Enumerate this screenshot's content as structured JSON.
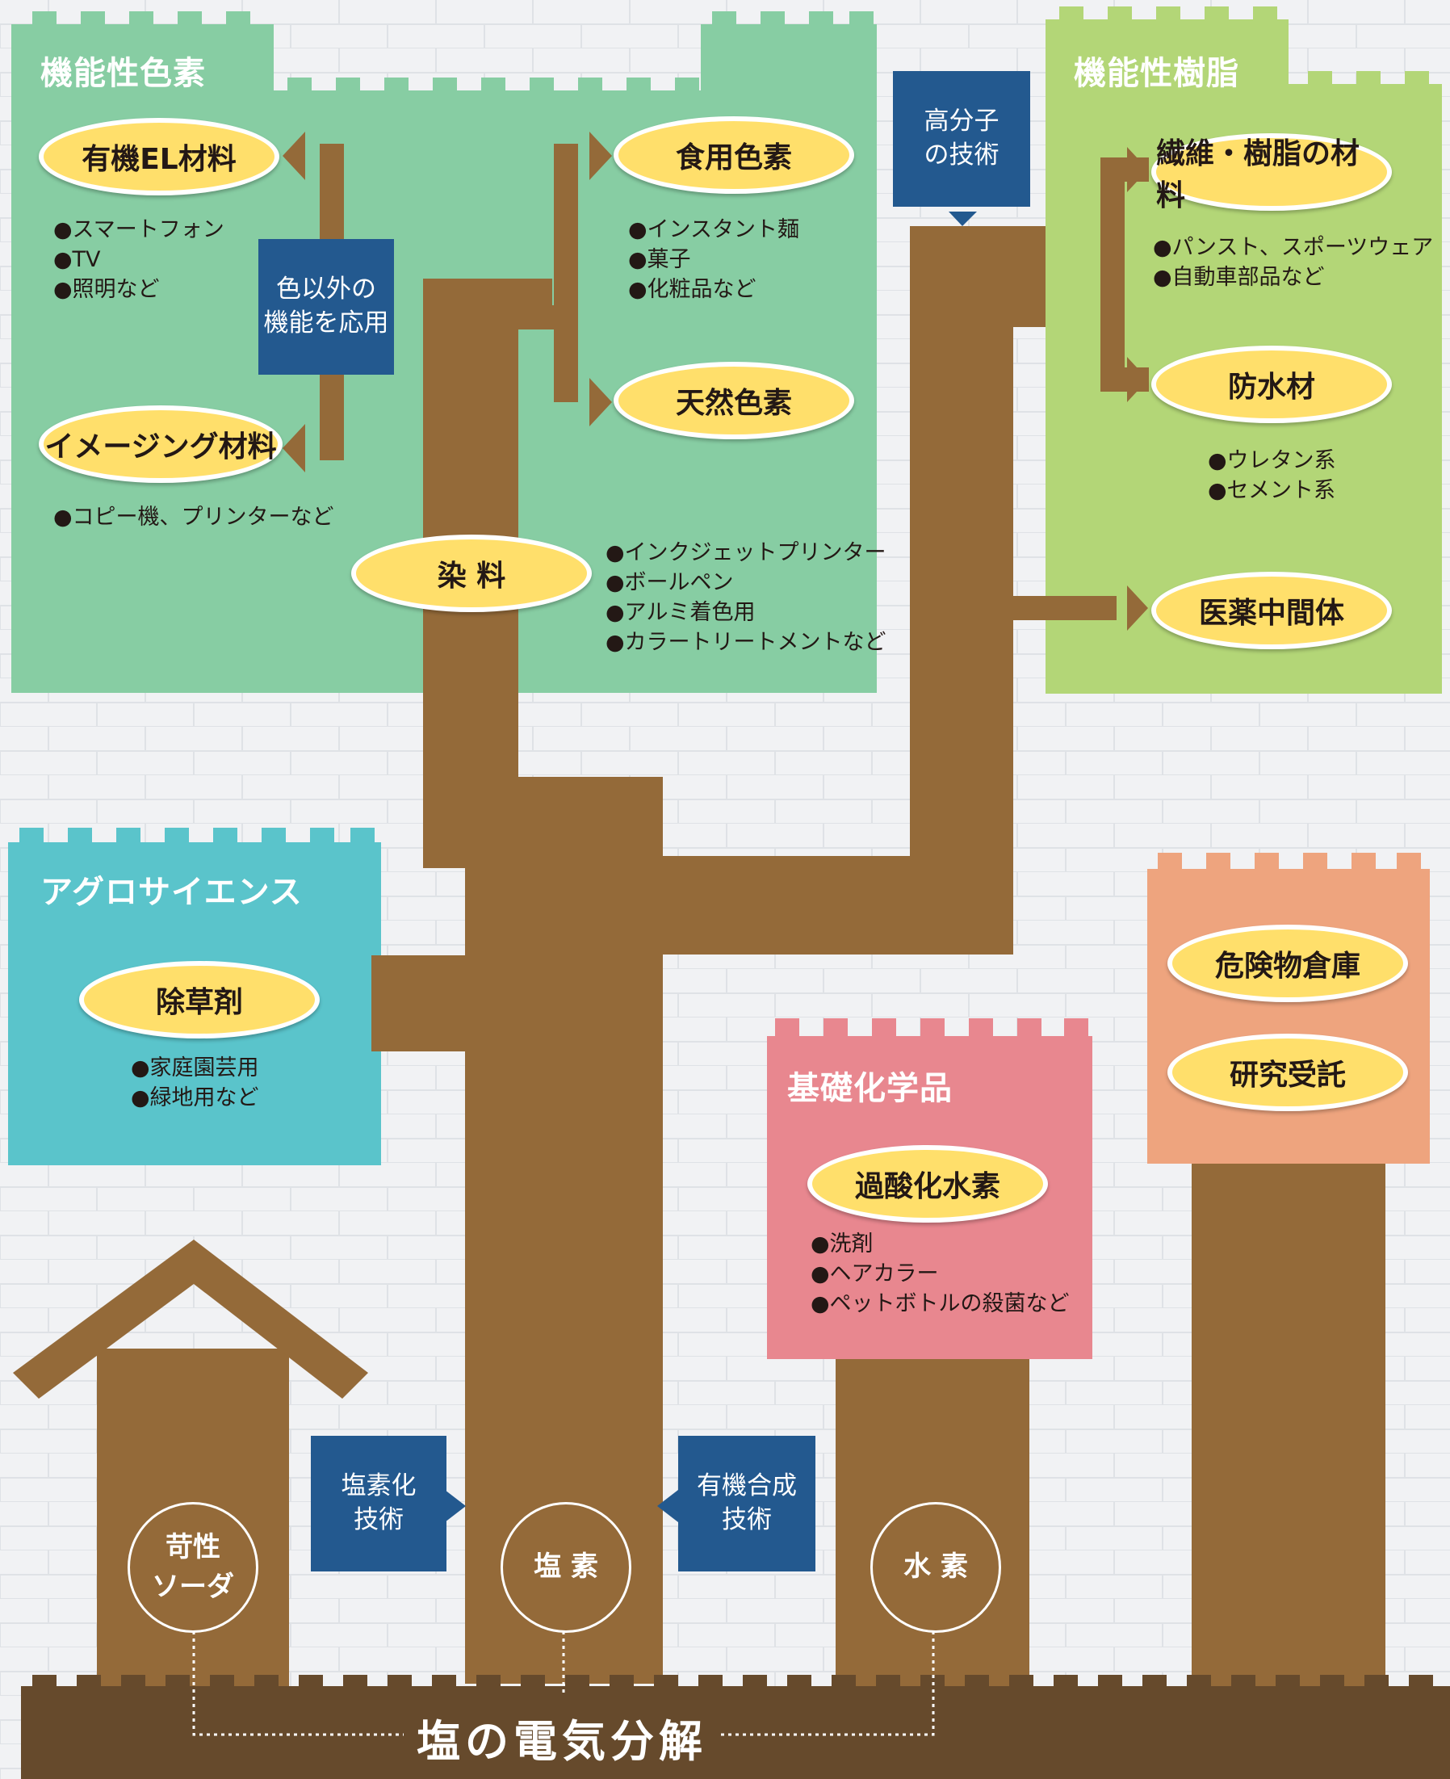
{
  "sections": {
    "functional_dyes": "機能性色素",
    "functional_resins": "機能性樹脂",
    "agroscience": "アグロサイエンス",
    "basic_chemicals": "基礎化学品"
  },
  "pills": {
    "organic_el": "有機EL材料",
    "imaging": "イメージング材料",
    "food_color": "食用色素",
    "natural_color": "天然色素",
    "dye": "染 料",
    "fiber_resin": "繊維・樹脂の材料",
    "waterproof": "防水材",
    "pharma": "医薬中間体",
    "herbicide": "除草剤",
    "hazmat": "危険物倉庫",
    "contract_research": "研究受託",
    "hydrogen_peroxide": "過酸化水素"
  },
  "lists": {
    "organic_el": [
      "●スマートフォン",
      "●TV",
      "●照明など"
    ],
    "imaging": [
      "●コピー機、プリンターなど"
    ],
    "food_color": [
      "●インスタント麺",
      "●菓子",
      "●化粧品など"
    ],
    "dye": [
      "●インクジェットプリンター",
      "●ボールペン",
      "●アルミ着色用",
      "●カラートリートメントなど"
    ],
    "fiber_resin": [
      "●パンスト、スポーツウェア",
      "●自動車部品など"
    ],
    "waterproof": [
      "●ウレタン系",
      "●セメント系"
    ],
    "herbicide": [
      "●家庭園芸用",
      "●緑地用など"
    ],
    "hydrogen_peroxide": [
      "●洗剤",
      "●ヘアカラー",
      "●ペットボトルの殺菌など"
    ]
  },
  "labels": {
    "non_color": [
      "色以外の",
      "機能を応用"
    ],
    "polymer": [
      "高分子",
      "の技術"
    ],
    "chlorination": [
      "塩素化",
      "技術"
    ],
    "organic_synth": [
      "有機合成",
      "技術"
    ]
  },
  "roots": {
    "caustic_soda": [
      "苛性",
      "ソーダ"
    ],
    "chlorine": "塩 素",
    "hydrogen": "水 素"
  },
  "base_title": "塩の電気分解",
  "colors": {
    "trunk": "#946a39",
    "base": "#664a2c",
    "green": "#87cda3",
    "lime": "#b3d677",
    "teal": "#5ac4cb",
    "pink": "#e8878f",
    "orange": "#eea47e",
    "blue_label": "#23598f",
    "pill": "#ffdf6b"
  }
}
